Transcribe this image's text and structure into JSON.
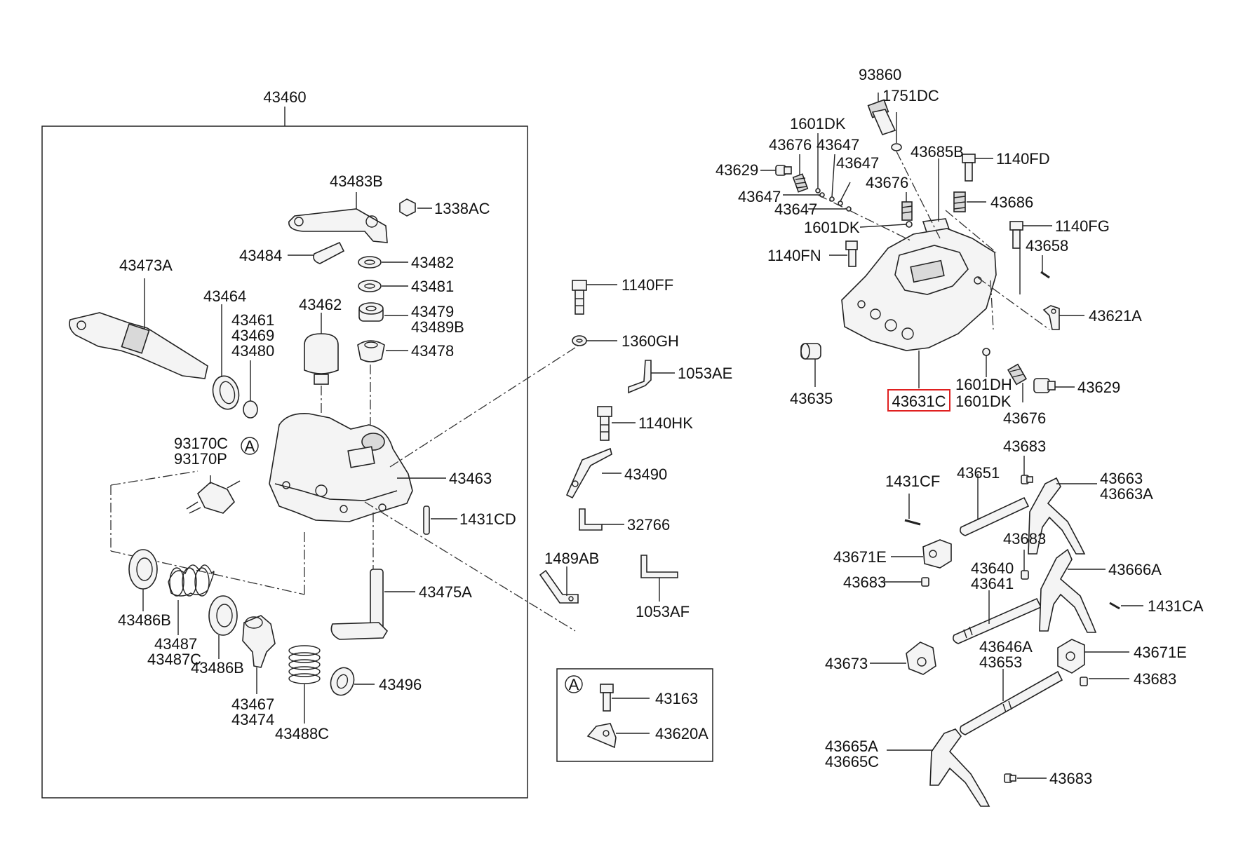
{
  "labels": {
    "p43460": "43460",
    "p43483B": "43483B",
    "p1338AC": "1338AC",
    "p43484": "43484",
    "p43482": "43482",
    "p43481": "43481",
    "p43473A": "43473A",
    "p43464": "43464",
    "p43462": "43462",
    "p43479": "43479",
    "p43489B": "43489B",
    "p43478": "43478",
    "p43461": "43461",
    "p43469": "43469",
    "p43480": "43480",
    "p93170C": "93170C",
    "p93170P": "93170P",
    "p43463": "43463",
    "p1431CD": "1431CD",
    "p43475A": "43475A",
    "p43486B_a": "43486B",
    "p43487": "43487",
    "p43487C": "43487C",
    "p43486B_b": "43486B",
    "p43467": "43467",
    "p43474": "43474",
    "p43488C": "43488C",
    "p43496": "43496",
    "p1140FF": "1140FF",
    "p1360GH": "1360GH",
    "p1053AE": "1053AE",
    "p1140HK": "1140HK",
    "p43490": "43490",
    "p32766": "32766",
    "p1489AB": "1489AB",
    "p1053AF": "1053AF",
    "p43163": "43163",
    "p43620A": "43620A",
    "p93860": "93860",
    "p1751DC": "1751DC",
    "p1601DK_a": "1601DK",
    "p43676_a": "43676",
    "p43647_a": "43647",
    "p43647_b": "43647",
    "p43629_a": "43629",
    "p43685B": "43685B",
    "p1140FD": "1140FD",
    "p43647_c": "43647",
    "p43676_b": "43676",
    "p43686": "43686",
    "p43647_d": "43647",
    "p1601DK_b": "1601DK",
    "p1140FG": "1140FG",
    "p1140FN": "1140FN",
    "p43658": "43658",
    "p43621A": "43621A",
    "p43635": "43635",
    "p43631C": "43631C",
    "p1601DH": "1601DH",
    "p1601DK_c": "1601DK",
    "p43629_b": "43629",
    "p43676_c": "43676",
    "p43683_a": "43683",
    "p1431CF": "1431CF",
    "p43651": "43651",
    "p43663": "43663",
    "p43663A": "43663A",
    "p43671E_a": "43671E",
    "p43683_b": "43683",
    "p43683_c": "43683",
    "p43640": "43640",
    "p43641": "43641",
    "p43666A": "43666A",
    "p1431CA": "1431CA",
    "p43673": "43673",
    "p43646A": "43646A",
    "p43653": "43653",
    "p43671E_b": "43671E",
    "p43683_d": "43683",
    "p43665A": "43665A",
    "p43665C": "43665C",
    "p43683_e": "43683"
  },
  "ref_marker": "A",
  "highlight": {
    "part": "43631C",
    "color": "#e02020"
  },
  "colors": {
    "line": "#222222",
    "part_fill": "#f4f4f4",
    "background": "#ffffff"
  }
}
